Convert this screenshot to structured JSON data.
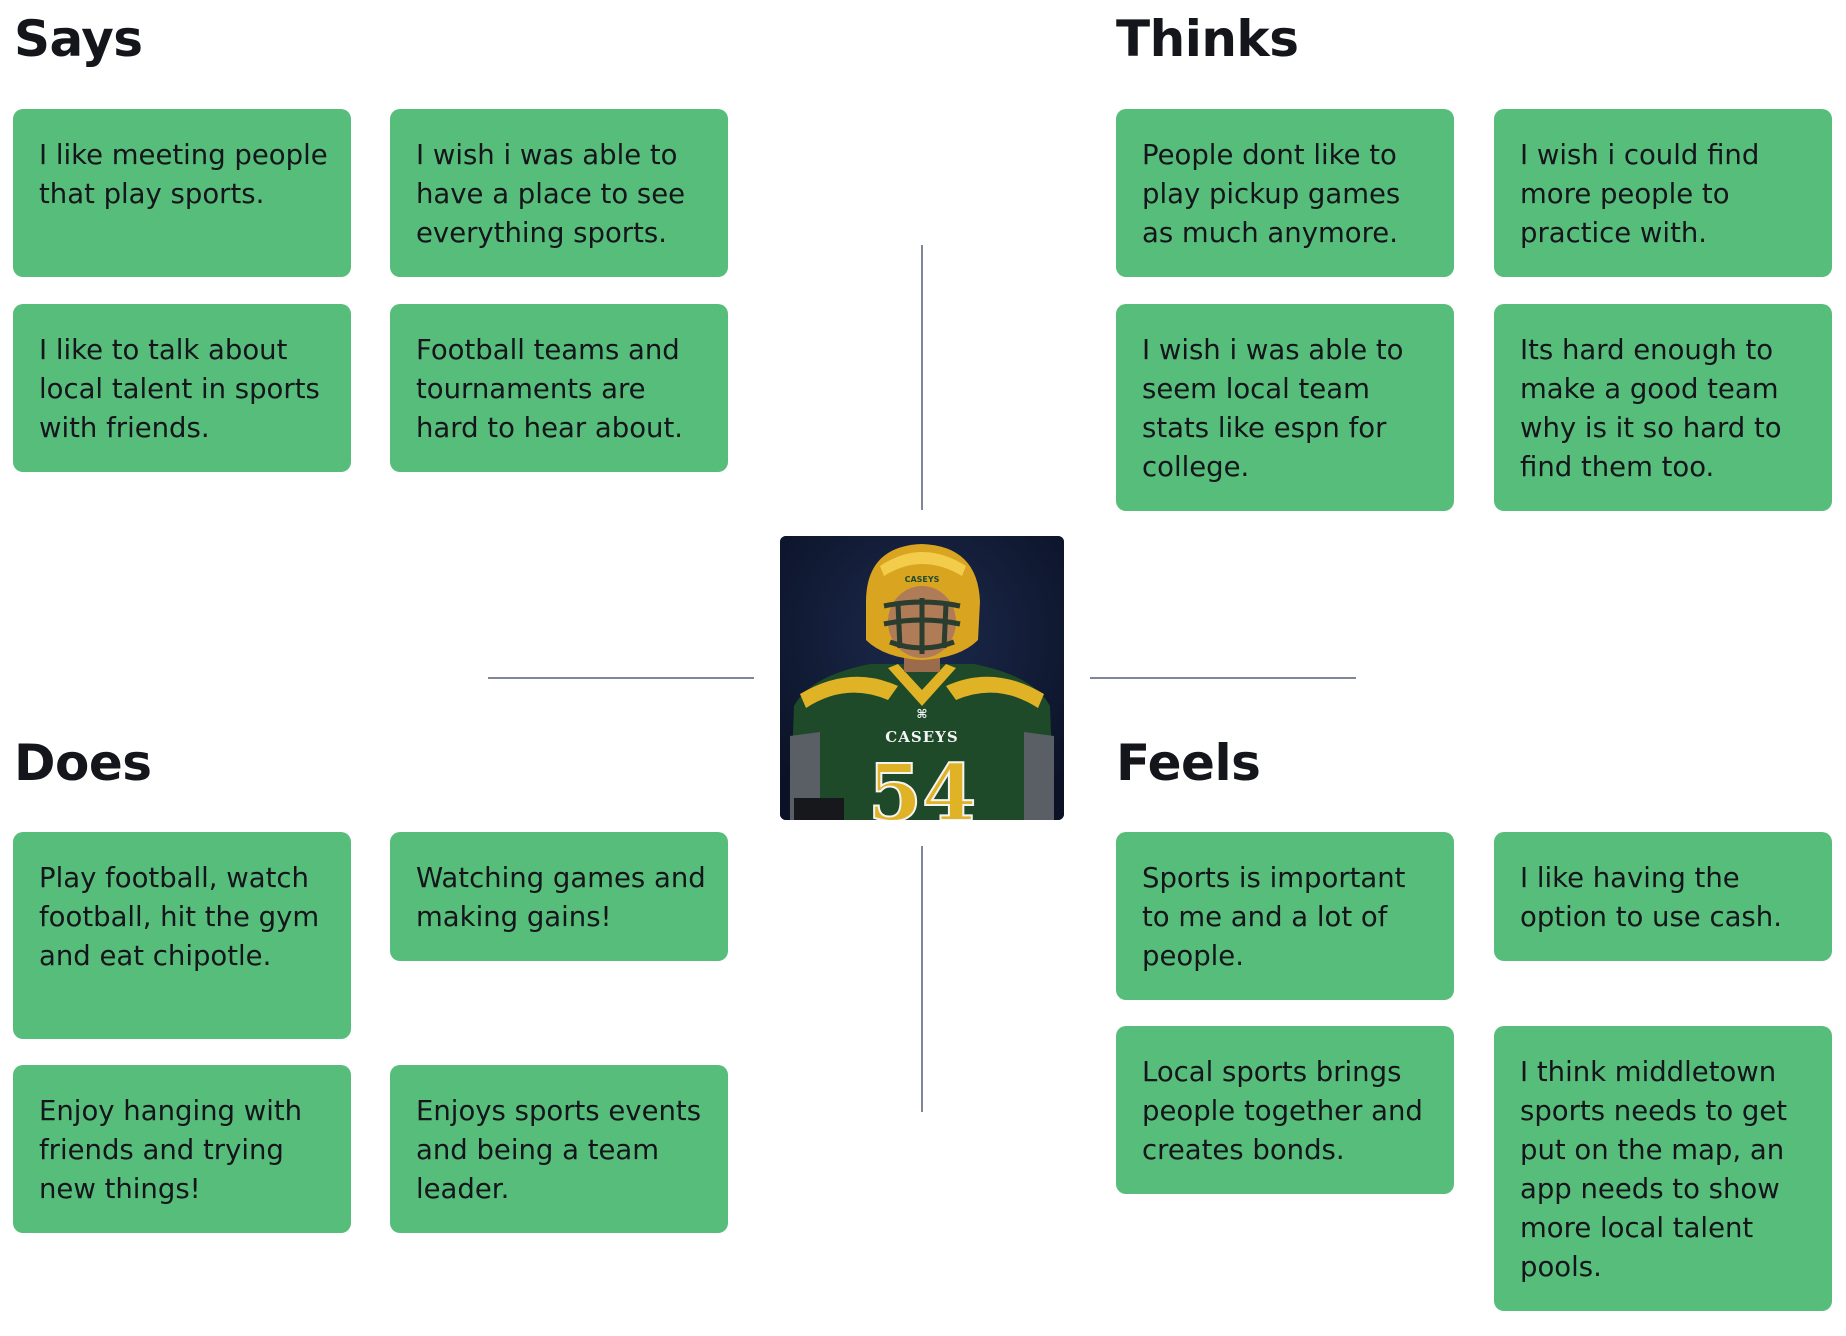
{
  "quadrants": {
    "says": {
      "heading": "Says",
      "cards": [
        "I like meeting people that play sports.",
        "I wish i was able to have a place to see everything sports.",
        "I like to talk about local talent in sports with friends.",
        "Football teams and tournaments are hard to hear about."
      ]
    },
    "thinks": {
      "heading": "Thinks",
      "cards": [
        "People dont like to play pickup games as much anymore.",
        "I wish i could find more people to practice with.",
        "I wish i was able to seem local team stats like espn for college.",
        "Its hard enough to make a good team why is it so hard to find them too."
      ]
    },
    "does": {
      "heading": "Does",
      "cards": [
        "Play football, watch football, hit the gym and eat chipotle.",
        "Watching games and making gains!",
        "Enjoy hanging with friends and trying new things!",
        "Enjoys sports events and being a team leader."
      ]
    },
    "feels": {
      "heading": "Feels",
      "cards": [
        "Sports is important to me and a lot of people.",
        "I like having the option to use cash.",
        "Local sports brings people together and creates bonds.",
        "I think middletown sports needs to get put on the map, an app needs to show more local talent pools."
      ]
    }
  },
  "persona_photo": {
    "jersey_text": "CASEYS",
    "jersey_number": "54",
    "helmet_text": "CASEYS"
  },
  "colors": {
    "card": "#57bd7b",
    "divider": "#7f8796",
    "heading": "#14161b",
    "jersey_green": "#1f4a2a",
    "jersey_gold": "#e0b326"
  }
}
